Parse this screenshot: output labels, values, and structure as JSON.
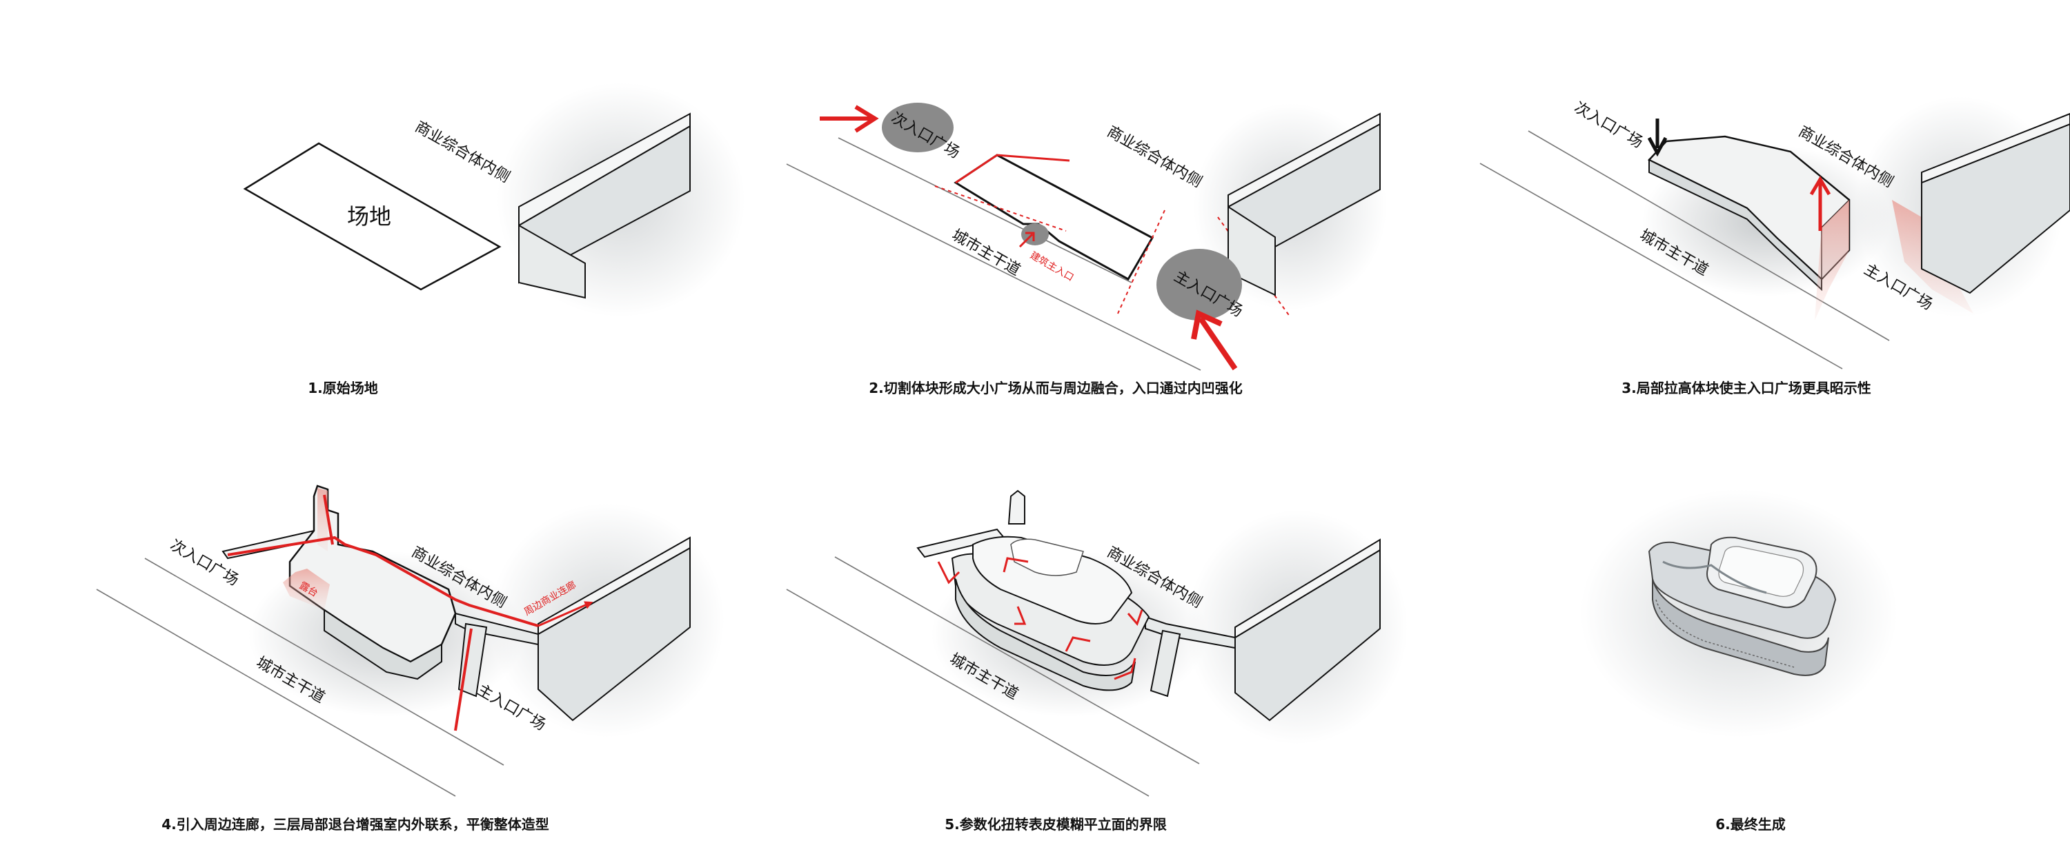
{
  "panels": [
    {
      "caption": "1.原始场地",
      "labels": {
        "site": "场地",
        "mall": "商业综合体内侧"
      }
    },
    {
      "caption": "2.切割体块形成大小广场从而与周边融合，入口通过内凹强化",
      "labels": {
        "secondary": "次入口广场",
        "mall": "商业综合体内侧",
        "road": "城市主干道",
        "building_entry": "建筑主入口",
        "main": "主入口广场"
      }
    },
    {
      "caption": "3.局部拉高体块使主入口广场更具昭示性",
      "labels": {
        "secondary": "次入口广场",
        "mall": "商业综合体内侧",
        "road": "城市主干道",
        "main": "主入口广场"
      }
    },
    {
      "caption": "4.引入周边连廊，三层局部退台增强室内外联系，平衡整体造型",
      "labels": {
        "secondary": "次入口广场",
        "terrace": "露台",
        "mall": "商业综合体内侧",
        "corridor": "周边商业连廊",
        "road": "城市主干道",
        "main": "主入口广场"
      }
    },
    {
      "caption": "5.参数化扭转表皮模糊平立面的界限",
      "labels": {
        "mall": "商业综合体内侧",
        "road": "城市主干道"
      }
    },
    {
      "caption": "6.最终生成",
      "labels": {}
    }
  ],
  "colors": {
    "accent": "#e02020",
    "ink": "#111111",
    "ellipse": "#8a8a8a",
    "volume": "#f1f2f2"
  }
}
